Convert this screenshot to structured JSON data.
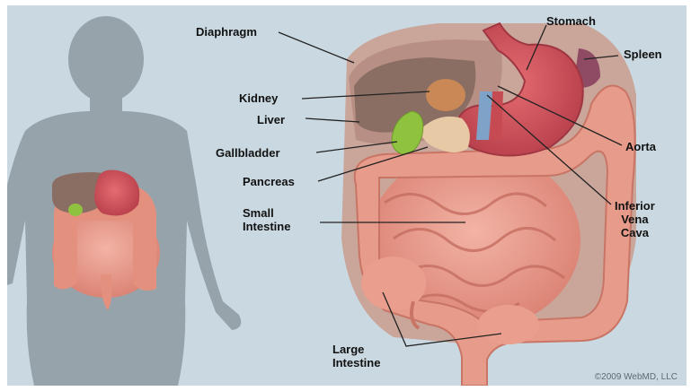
{
  "labels": {
    "diaphragm": "Diaphragm",
    "stomach": "Stomach",
    "spleen": "Spleen",
    "kidney": "Kidney",
    "liver": "Liver",
    "gallbladder": "Gallbladder",
    "pancreas": "Pancreas",
    "aorta": "Aorta",
    "small_intestine": [
      "Small",
      "Intestine"
    ],
    "inferior_vena_cava": [
      "Inferior",
      "Vena",
      "Cava"
    ],
    "large_intestine": [
      "Large",
      "Intestine"
    ]
  },
  "copyright": "©2009 WebMD, LLC",
  "colors": {
    "background": "#cad9e1",
    "silhouette": "#97a3aa",
    "intestine": "#e99a8c",
    "stomach": "#d4555e",
    "liver": "#8a6e63",
    "gallbladder": "#8fc23f",
    "spleen": "#8f4a64"
  }
}
